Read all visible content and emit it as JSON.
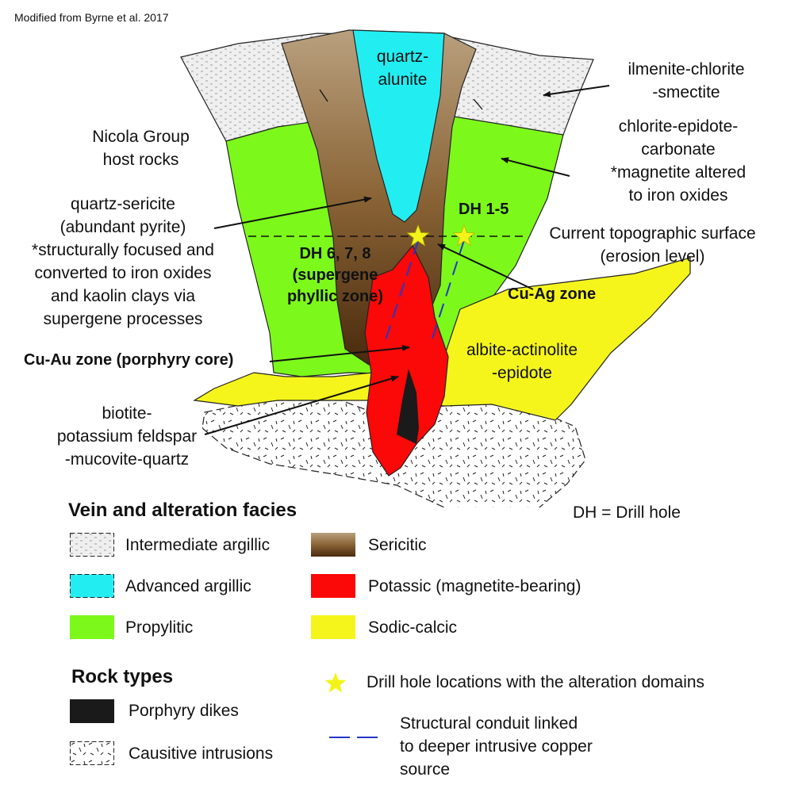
{
  "attribution": "Modified from Byrne et al. 2017",
  "colors": {
    "intermediate_argillic": "#e2e2e2",
    "advanced_argillic": "#22eef2",
    "sericitic_light": "#b9a07e",
    "sericitic_dark": "#4a2a0e",
    "propylitic": "#7cf91b",
    "potassic": "#fb0808",
    "sodic_calcic": "#f5f51c",
    "porphyry_dike": "#1a1a1a",
    "star": "#f3f31a",
    "conduit": "#2238c8"
  },
  "labels": {
    "quartz_alunite": [
      "quartz-",
      "alunite"
    ],
    "ilmenite": [
      "ilmenite-chlorite",
      "-smectite"
    ],
    "chlorite": [
      "chlorite-epidote-",
      "carbonate",
      "*magnetite altered",
      "to iron oxides"
    ],
    "nicola": [
      "Nicola Group",
      "host rocks"
    ],
    "quartz_sericite": [
      "quartz-sericite",
      "(abundant pyrite)",
      "*structurally focused and",
      "converted to iron oxides",
      "and kaolin clays via",
      "supergene processes"
    ],
    "dh15": "DH 1-5",
    "dh678": [
      "DH 6, 7, 8",
      "(supergene",
      "phyllic zone)"
    ],
    "topo": [
      "Current topographic surface",
      "(erosion level)"
    ],
    "cuag": "Cu-Ag zone",
    "cuau": "Cu-Au zone (porphyry core)",
    "albite": [
      "albite-actinolite",
      "-epidote"
    ],
    "biotite": [
      "biotite-",
      "potassium feldspar",
      "-mucovite-quartz"
    ]
  },
  "legend": {
    "title": "Vein and alteration facies",
    "dh_note": "DH = Drill hole",
    "facies": [
      {
        "label": "Intermediate argillic",
        "swatch": "stipple"
      },
      {
        "label": "Sericitic",
        "swatch": "gradient"
      },
      {
        "label": "Advanced argillic",
        "swatch": "cyan"
      },
      {
        "label": "Potassic (magnetite-bearing)",
        "swatch": "red"
      },
      {
        "label": "Propylitic",
        "swatch": "green"
      },
      {
        "label": "Sodic-calcic",
        "swatch": "yellow"
      }
    ],
    "rock_title": "Rock types",
    "rocks": [
      {
        "label": "Porphyry dikes",
        "swatch": "black"
      },
      {
        "label": "Causitive intrusions",
        "swatch": "dashes"
      }
    ],
    "symbols": [
      {
        "label": "Drill hole locations with the alteration domains",
        "icon": "star-icon"
      },
      {
        "label": [
          "Structural conduit linked",
          "to deeper intrusive copper",
          "source"
        ],
        "icon": "dashed-line"
      }
    ]
  }
}
